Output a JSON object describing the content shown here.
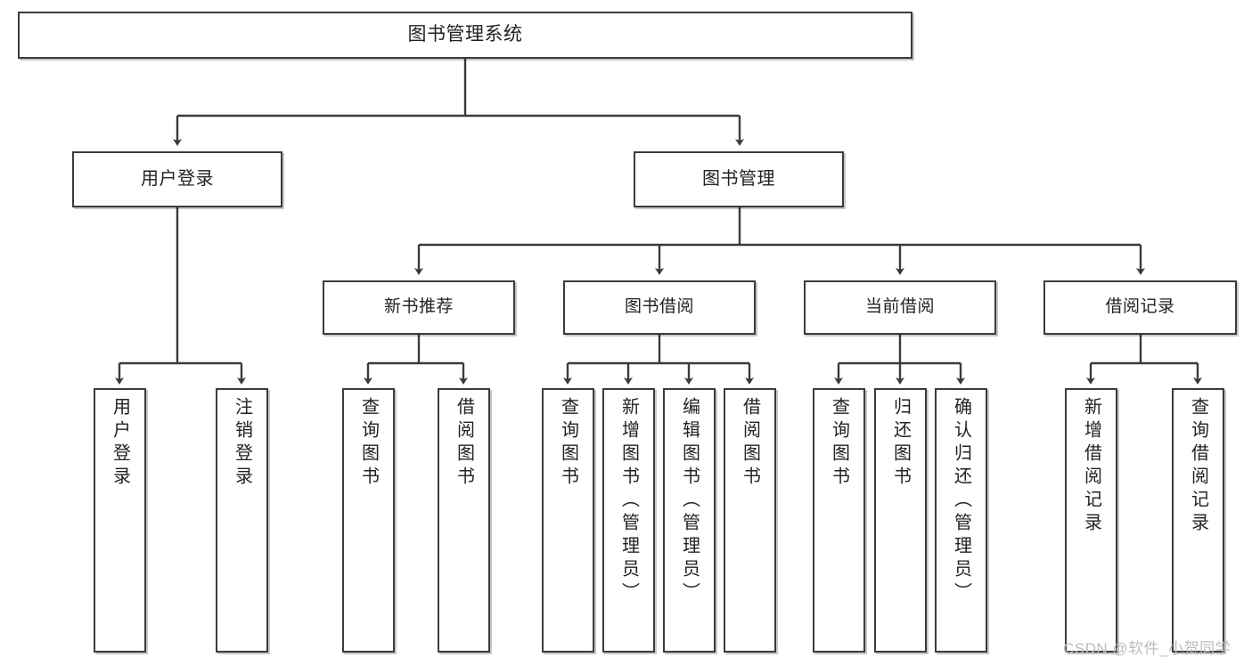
{
  "diagram": {
    "title": "图书管理系统",
    "type": "tree",
    "colors": {
      "box_border": "#3b3b3b",
      "box_fill": "#ffffff",
      "connector": "#3b3b3b",
      "text": "#222222",
      "watermark": "#bcbcbc",
      "background": "#ffffff"
    },
    "watermark": "CSDN @软件_小贺同学"
  },
  "nodes": {
    "root": {
      "label": "图书管理系统"
    },
    "level2": [
      {
        "label": "用户登录"
      },
      {
        "label": "图书管理"
      }
    ],
    "level3": [
      {
        "label": "新书推荐"
      },
      {
        "label": "图书借阅"
      },
      {
        "label": "当前借阅"
      },
      {
        "label": "借阅记录"
      }
    ],
    "leaves": {
      "user_login": [
        {
          "label": "用户登录"
        },
        {
          "label": "注销登录"
        }
      ],
      "new_book": [
        {
          "label": "查询图书"
        },
        {
          "label": "借阅图书"
        }
      ],
      "book_borrow": [
        {
          "label": "查询图书"
        },
        {
          "label": "新增图书（管理员）"
        },
        {
          "label": "编辑图书（管理员）"
        },
        {
          "label": "借阅图书"
        }
      ],
      "current_borrow": [
        {
          "label": "查询图书"
        },
        {
          "label": "归还图书"
        },
        {
          "label": "确认归还（管理员）"
        }
      ],
      "borrow_record": [
        {
          "label": "新增借阅记录"
        },
        {
          "label": "查询借阅记录"
        }
      ]
    }
  }
}
